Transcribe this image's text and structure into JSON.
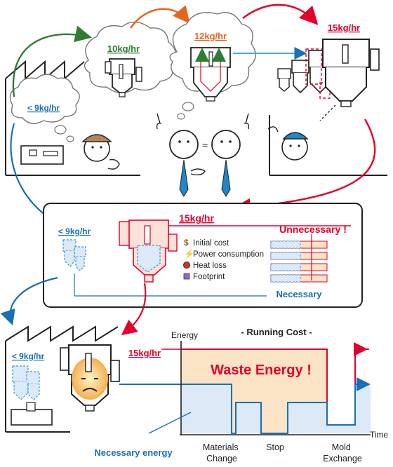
{
  "top": {
    "rate_small": "< 9kg/hr",
    "rate_mid": "10kg/hr",
    "rate_large": "12kg/hr",
    "rate_max": "15kg/hr"
  },
  "middle": {
    "rate_small": "< 9kg/hr",
    "rate_max": "15kg/hr",
    "unnecessary": "Unnecessary !",
    "necessary": "Necessary",
    "items": [
      {
        "icon": "dollar-icon",
        "label": "Initial cost"
      },
      {
        "icon": "lightning-icon",
        "label": "Power consumption"
      },
      {
        "icon": "heat-icon",
        "label": "Heat loss"
      },
      {
        "icon": "footprint-icon",
        "label": "Footprint"
      }
    ]
  },
  "bottom": {
    "rate_small": "< 9kg/hr",
    "rate_max": "15kg/hr",
    "necessary_energy": "Necessary energy",
    "chart": {
      "title": "- Running Cost -",
      "ylabel": "Energy",
      "xlabel": "Time",
      "waste_label": "Waste Energy !",
      "events": [
        "Materials\nChange",
        "Stop",
        "Mold\nExchange"
      ]
    }
  },
  "colors": {
    "red": "#e4002b",
    "blue": "#1a6fb5",
    "green": "#2e7d32",
    "orange": "#e8641b",
    "peach": "#fbe3c6",
    "lightblue": "#dce9f7"
  }
}
